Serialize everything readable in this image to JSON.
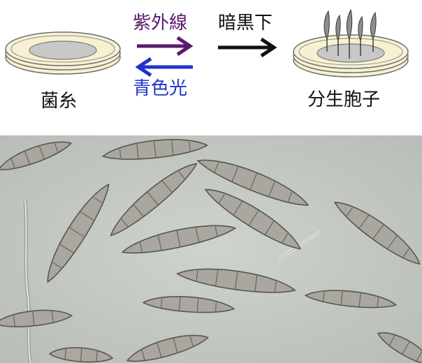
{
  "diagram": {
    "mycelium_label": "菌糸",
    "uv_label": "紫外線",
    "dark_label": "暗黒下",
    "light_label": "青色光",
    "conidia_label": "分生胞子",
    "colors": {
      "uv": "#5a1a6e",
      "blue": "#1f33cc",
      "dark": "#111111",
      "dish_cream": "#f7f1d2",
      "dish_outline": "#6e6e6e",
      "colony_gray": "#c8c8c8"
    }
  },
  "micrograph": {
    "background": "#c9cdc8",
    "cell_fill": "#a9a79f",
    "cell_edge": "#56564f",
    "septum": "#6b6a62"
  }
}
